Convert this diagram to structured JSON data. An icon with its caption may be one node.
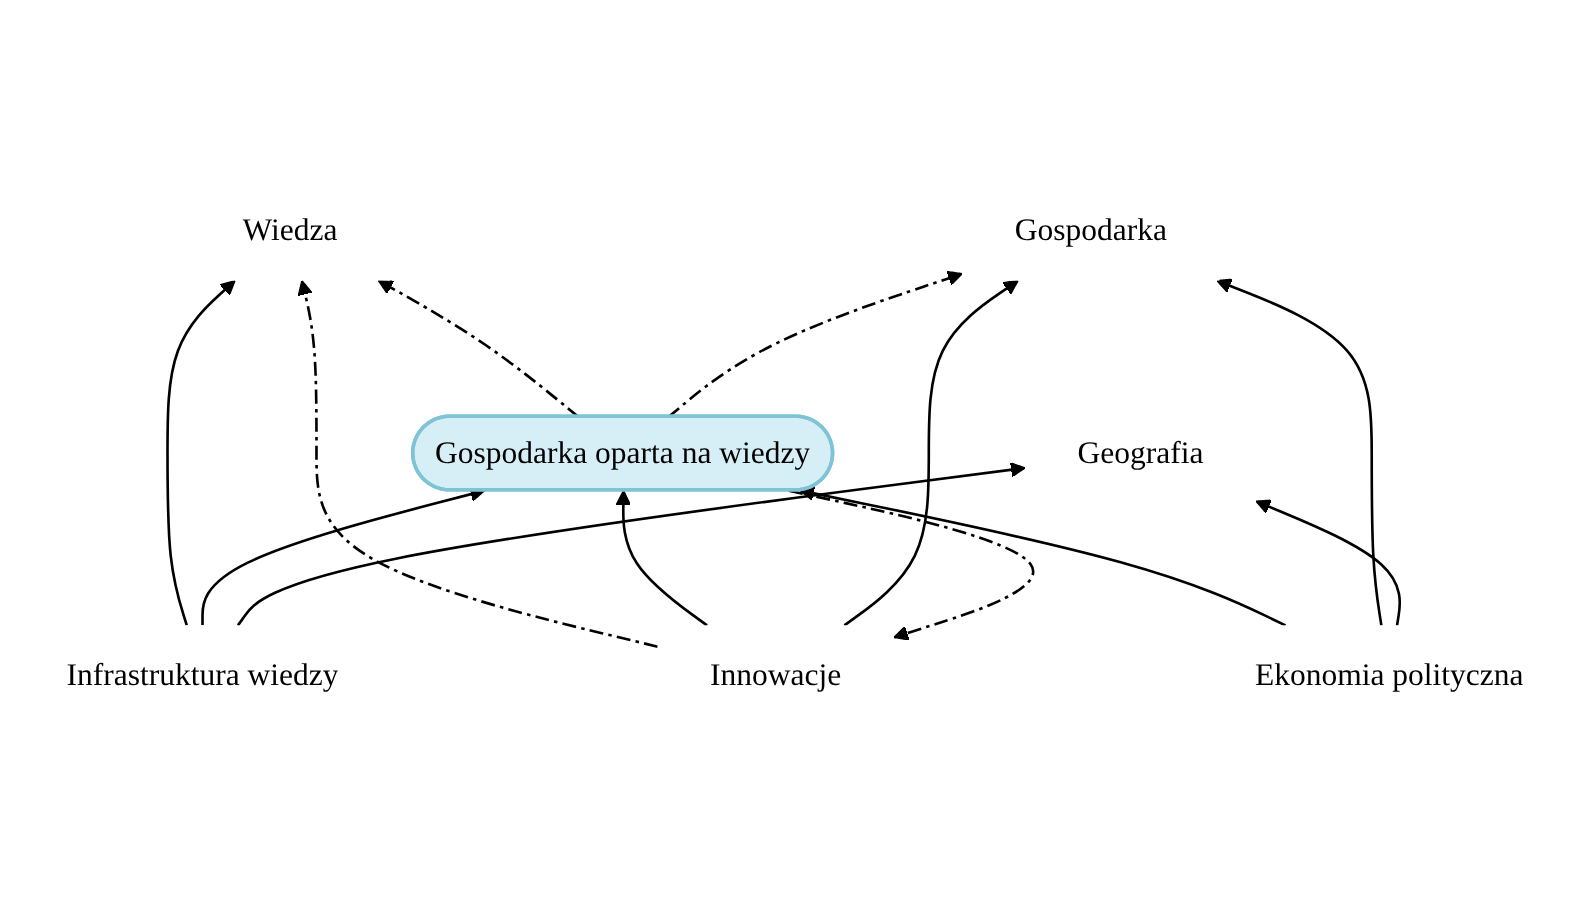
{
  "diagram": {
    "nodes": [
      {
        "text": [
          "Wiedza"
        ]
      },
      {
        "text": [
          "Innowacje"
        ]
      },
      {
        "text": [
          "Infrastruktura wiedzy"
        ]
      },
      {
        "text": [
          "Gospodarka oparta na wiedzy"
        ]
      },
      {
        "text": [
          "Gospodarka"
        ]
      },
      {
        "text": [
          "Geografia"
        ]
      },
      {
        "text": [
          "Ekonomia polityczna"
        ]
      }
    ],
    "edges": [
      {
        "from": 1,
        "to": 0,
        "arrow": "to",
        "style": "dashed"
      },
      {
        "from": 2,
        "to": 0,
        "arrow": "to"
      },
      {
        "from": 3,
        "to": 0,
        "arrow": "to",
        "style": "dashed"
      },
      {
        "from": 1,
        "to": 3,
        "arrow": "to"
      },
      {
        "from": 3,
        "to": 1,
        "arrow": "to",
        "style": "dashed"
      },
      {
        "from": 2,
        "to": 3,
        "arrow": "to"
      },
      {
        "from": 1,
        "to": 4,
        "arrow": "to"
      },
      {
        "from": 3,
        "to": 4,
        "arrow": "to",
        "style": "dashed"
      },
      {
        "from": 2,
        "to": 5,
        "arrow": "to"
      },
      {
        "from": 6,
        "to": 3,
        "arrow": "to"
      },
      {
        "from": 6,
        "to": 4,
        "arrow": "to"
      },
      {
        "from": 6,
        "to": 5,
        "arrow": "to"
      }
    ]
  }
}
